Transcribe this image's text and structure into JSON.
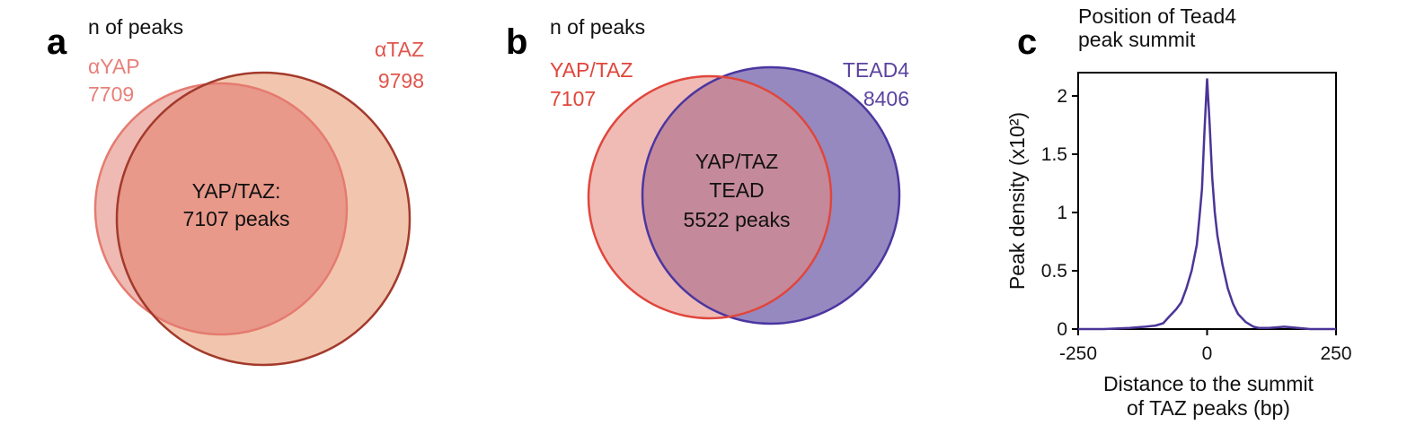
{
  "panels": {
    "a": {
      "letter": "a",
      "subtitle": "n of peaks",
      "set1": {
        "label": "αYAP",
        "count": "7709",
        "color": "#e8807a"
      },
      "set2": {
        "label": "αTAZ",
        "count": "9798",
        "color": "#e0564d"
      },
      "overlap": {
        "line1": "YAP/TAZ:",
        "line2": "7107 peaks"
      }
    },
    "b": {
      "letter": "b",
      "subtitle": "n of peaks",
      "set1": {
        "label": "YAP/TAZ",
        "count": "7107",
        "color": "#e0463c"
      },
      "set2": {
        "label": "TEAD4",
        "count": "8406",
        "color": "#5a43a0"
      },
      "overlap": {
        "line1": "YAP/TAZ",
        "line2": "TEAD",
        "line3": "5522 peaks"
      }
    },
    "c": {
      "letter": "c"
    }
  },
  "chart_data": [
    {
      "type": "venn",
      "sets": [
        {
          "name": "αYAP",
          "size": 7709
        },
        {
          "name": "αTAZ",
          "size": 9798
        }
      ],
      "intersection": 7107
    },
    {
      "type": "venn",
      "sets": [
        {
          "name": "YAP/TAZ",
          "size": 7107
        },
        {
          "name": "TEAD4",
          "size": 8406
        }
      ],
      "intersection": 5522
    },
    {
      "type": "line",
      "title_line1": "Position of Tead4",
      "title_line2": "peak summit",
      "xlabel_line1": "Distance to the summit",
      "xlabel_line2": "of TAZ peaks (bp)",
      "ylabel": "Peak density (x10²)",
      "xlim": [
        -250,
        250
      ],
      "ylim": [
        0,
        2.2
      ],
      "xticks": [
        "-250",
        "0",
        "250"
      ],
      "yticks": [
        "0",
        "0.5",
        "1",
        "1.5",
        "2"
      ],
      "line_color": "#4b3597",
      "x": [
        -250,
        -200,
        -150,
        -120,
        -100,
        -85,
        -75,
        -60,
        -50,
        -40,
        -30,
        -20,
        -15,
        -10,
        -5,
        0,
        5,
        10,
        15,
        20,
        30,
        40,
        50,
        60,
        75,
        90,
        100,
        120,
        150,
        200,
        250
      ],
      "y": [
        0,
        0,
        0.01,
        0.02,
        0.03,
        0.05,
        0.1,
        0.17,
        0.23,
        0.35,
        0.5,
        0.72,
        0.95,
        1.2,
        1.7,
        2.15,
        1.75,
        1.3,
        1.0,
        0.8,
        0.55,
        0.35,
        0.22,
        0.13,
        0.06,
        0.02,
        0.01,
        0.01,
        0.02,
        0,
        0
      ]
    }
  ]
}
